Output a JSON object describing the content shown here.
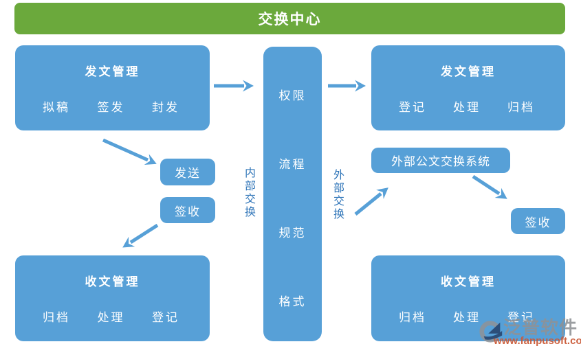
{
  "banner": {
    "title": "交换中心"
  },
  "colors": {
    "banner_green": "#6ba93c",
    "box_blue": "#57a0d7",
    "arrow_blue": "#57a0d7",
    "vlabel_blue": "#2e74b8",
    "watermark_gray": "#8f9296",
    "watermark_orange": "#cb5b38"
  },
  "boxes": {
    "outgoing_left": {
      "title": "发文管理",
      "items": [
        "拟稿",
        "签发",
        "封发"
      ]
    },
    "center": {
      "items": [
        "权限",
        "流程",
        "规范",
        "格式"
      ]
    },
    "outgoing_right": {
      "title": "发文管理",
      "items": [
        "登记",
        "处理",
        "归档"
      ]
    },
    "send": {
      "label": "发送"
    },
    "sign_left": {
      "label": "签收"
    },
    "external_system": {
      "label": "外部公文交换系统"
    },
    "sign_right": {
      "label": "签收"
    },
    "incoming_left": {
      "title": "收文管理",
      "items": [
        "归档",
        "处理",
        "登记"
      ]
    },
    "incoming_right": {
      "title": "收文管理",
      "items": [
        "归档",
        "处理",
        "登记"
      ]
    }
  },
  "labels": {
    "internal_exchange": "内部交换",
    "external_exchange": "外部交换"
  },
  "watermark": {
    "name": "泛普软件",
    "url": "www.fanpusoft.com"
  }
}
